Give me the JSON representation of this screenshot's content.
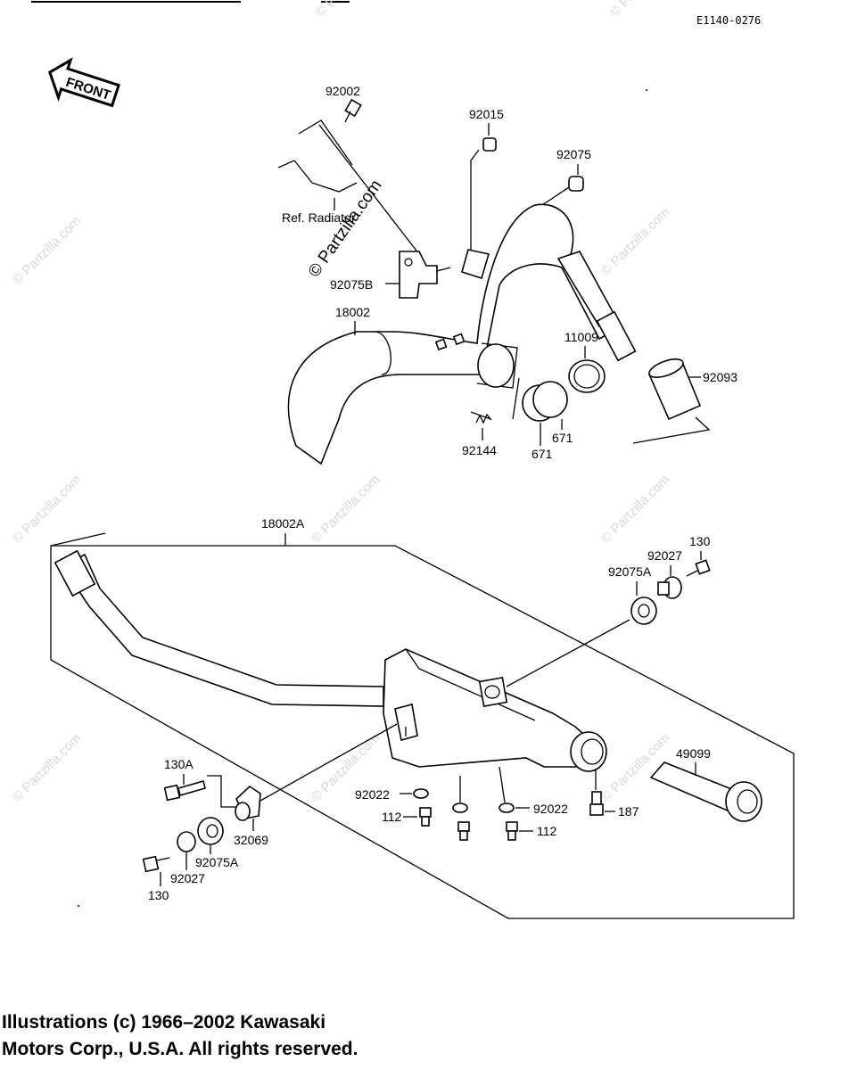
{
  "diagram_code": "E1140-0276",
  "front_label": "FRONT",
  "watermark": "© Partzilla.com",
  "ref_label": "Ref. Radiator",
  "parts": {
    "p92002": "92002",
    "p92015": "92015",
    "p92075": "92075",
    "p92075B": "92075B",
    "p18002": "18002",
    "p11009": "11009",
    "p92093": "92093",
    "p92144": "92144",
    "p671a": "671",
    "p671b": "671",
    "p18002A": "18002A",
    "p130top": "130",
    "p92027top": "92027",
    "p92075Atop": "92075A",
    "p49099": "49099",
    "p130A": "130A",
    "p92022a": "92022",
    "p92022b": "92022",
    "p112a": "112",
    "p112b": "112",
    "p187": "187",
    "p32069": "32069",
    "p92075Abot": "92075A",
    "p92027bot": "92027",
    "p130bot": "130"
  },
  "copyright": {
    "line1": "Illustrations (c) 1966–2002 Kawasaki",
    "line2": "Motors Corp., U.S.A.  All rights reserved."
  }
}
